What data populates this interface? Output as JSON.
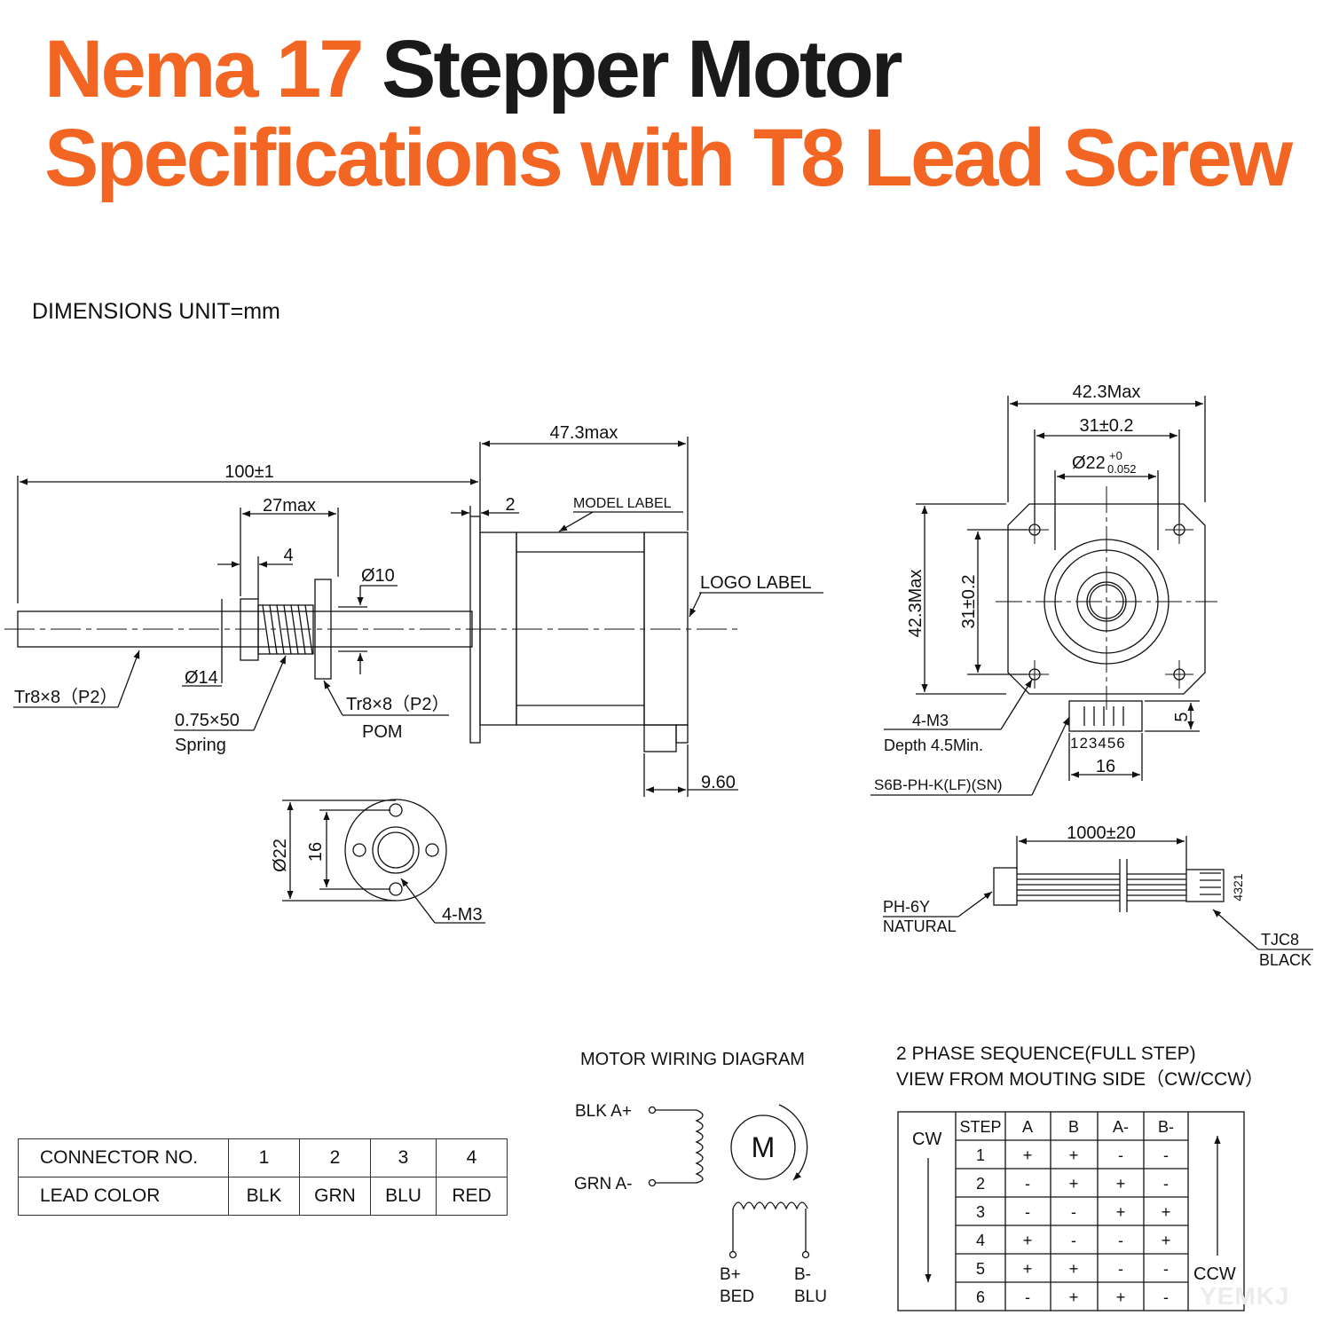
{
  "header": {
    "title_part1": "Nema 17",
    "title_part2": "Stepper Motor",
    "title_line2": "Specifications with T8 Lead Screw"
  },
  "units_note": "DIMENSIONS UNIT=mm",
  "side_view": {
    "overall_length": "100±1",
    "nut_length": "27max",
    "flange_thickness": "4",
    "motor_body_length": "47.3max",
    "pilot_offset": "2",
    "model_label": "MODEL LABEL",
    "logo_label": "LOGO LABEL",
    "nut_bore": "Ø10",
    "flange_dia": "Ø14",
    "screw_spec": "Tr8×8（P2）",
    "nut_spec": "Tr8×8（P2）",
    "nut_material": "POM",
    "spring_spec": "0.75×50",
    "spring_label": "Spring",
    "connector_offset": "9.60"
  },
  "flange_view": {
    "outer_dia": "Ø22",
    "hole_spacing": "16",
    "holes": "4-M3"
  },
  "front_view": {
    "width": "42.3Max",
    "hole_pitch": "31±0.2",
    "boss_dia": "Ø22",
    "boss_tol_upper": "+0",
    "boss_tol_lower": "0.052",
    "height": "42.3Max",
    "hole_pitch_vertical": "31±0.2",
    "mount_holes": "4-M3",
    "mount_depth": "Depth 4.5Min.",
    "connector_height": "5",
    "pin_numbers": "123456",
    "connector_width": "16",
    "connector_part": "S6B-PH-K(LF)(SN)"
  },
  "cable": {
    "length": "1000±20",
    "end_a_part": "PH-6Y",
    "end_a_color": "NATURAL",
    "end_b_part": "TJC8",
    "end_b_color": "BLACK",
    "end_b_pins": "4321"
  },
  "connector_table": {
    "row1_label": "CONNECTOR NO.",
    "row1": [
      "1",
      "2",
      "3",
      "4"
    ],
    "row2_label": "LEAD COLOR",
    "row2": [
      "BLK",
      "GRN",
      "BLU",
      "RED"
    ]
  },
  "wiring": {
    "title": "MOTOR WIRING DIAGRAM",
    "a_plus": "BLK A+",
    "a_minus": "GRN A-",
    "motor": "M",
    "b_plus": "B+",
    "b_plus_color": "BED",
    "b_minus": "B-",
    "b_minus_color": "BLU"
  },
  "sequence": {
    "title_line1": "2 PHASE SEQUENCE(FULL STEP)",
    "title_line2": "VIEW FROM MOUTING SIDE（CW/CCW）",
    "cw": "CW",
    "ccw": "CCW",
    "headers": [
      "STEP",
      "A",
      "B",
      "A-",
      "B-"
    ],
    "rows": [
      [
        "1",
        "+",
        "+",
        "-",
        "-"
      ],
      [
        "2",
        "-",
        "+",
        "+",
        "-"
      ],
      [
        "3",
        "-",
        "-",
        "+",
        "+"
      ],
      [
        "4",
        "+",
        "-",
        "-",
        "+"
      ],
      [
        "5",
        "+",
        "+",
        "-",
        "-"
      ],
      [
        "6",
        "-",
        "+",
        "+",
        "-"
      ]
    ]
  },
  "watermark": "YEMKJ"
}
